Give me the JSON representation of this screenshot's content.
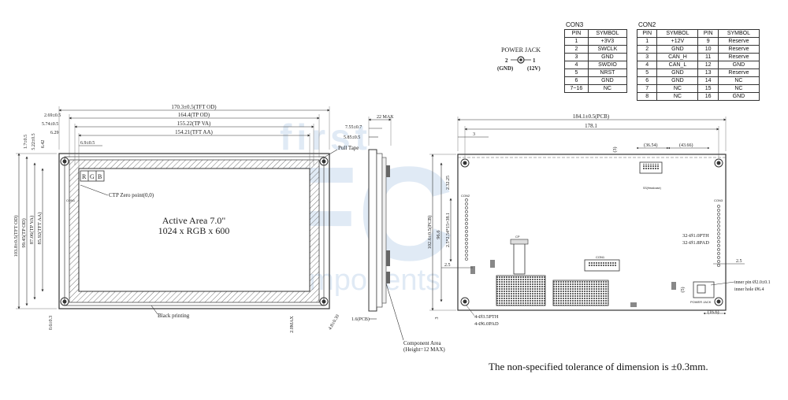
{
  "watermark": {
    "top": "first",
    "main": "FC",
    "bottom": "components",
    "color": "#5b8fc9"
  },
  "power_jack": {
    "title": "POWER JACK",
    "pin_left": "2",
    "pin_right": "1",
    "label_left": "(GND)",
    "label_right": "(12V)"
  },
  "con3": {
    "title": "CON3",
    "headers": [
      "PIN",
      "SYMBOL"
    ],
    "rows": [
      [
        "1",
        "+3V3"
      ],
      [
        "2",
        "SWCLK"
      ],
      [
        "3",
        "GND"
      ],
      [
        "4",
        "SWDIO"
      ],
      [
        "5",
        "NRST"
      ],
      [
        "6",
        "GND"
      ],
      [
        "7~16",
        "NC"
      ]
    ]
  },
  "con2": {
    "title": "CON2",
    "headers": [
      "PIN",
      "SYMBOL",
      "PIN",
      "SYMBOL"
    ],
    "rows": [
      [
        "1",
        "+12V",
        "9",
        "Reserve"
      ],
      [
        "2",
        "GND",
        "10",
        "Reserve"
      ],
      [
        "3",
        "CAN_H",
        "11",
        "Reserve"
      ],
      [
        "4",
        "CAN_L",
        "12",
        "GND"
      ],
      [
        "5",
        "GND",
        "13",
        "Reserve"
      ],
      [
        "6",
        "GND",
        "14",
        "NC"
      ],
      [
        "7",
        "NC",
        "15",
        "NC"
      ],
      [
        "8",
        "NC",
        "16",
        "GND"
      ]
    ]
  },
  "front": {
    "dims_top": [
      "170.3±0.5(TFT OD)",
      "164.4(TP OD)",
      "155.22(TP VA)",
      "154.21(TFT AA)"
    ],
    "dims_left_small": [
      "2.69±0.5",
      "5.74±0.5",
      "6.29",
      "6.9±0.5"
    ],
    "dims_vertical": [
      "1.7±0.5",
      "5.22±0.5",
      "6.42",
      "103.8±0.5(TFT OD)",
      "99.45(TP OD)",
      "87.06(TP VA)",
      "85.92(TFT AA)"
    ],
    "dims_bottom": [
      "0.6±0.3",
      "2.0MAX",
      "4.8±0.30"
    ],
    "rgb": [
      "R",
      "G",
      "B"
    ],
    "ctp_zero": "CTP Zero point(0,0)",
    "active_area_line1": "Active Area 7.0\"",
    "active_area_line2": "1024 x RGB x 600",
    "black_printing": "Black printing",
    "pull_tape": "Pull Tape",
    "con1_small": "CON1"
  },
  "side": {
    "dims": [
      "22 MAX",
      "7.55±0.7",
      "5.85±0.5",
      "1.6(PCB)"
    ],
    "component_area_line1": "Component Area",
    "component_area_line2": "(Height=12 MAX)"
  },
  "pcb": {
    "dims_top": [
      "184.1±0.5(PCB)",
      "178.1",
      "3",
      "(36.54)",
      "(43.66)",
      "(3)"
    ],
    "dims_left": [
      "2.32.25",
      "96.6",
      "102.6±0.5(PCB)",
      "2.5*2.54*15=38.1",
      "2.5",
      "3"
    ],
    "dims_right": [
      "2.5",
      "(5)",
      "(16.6)"
    ],
    "holes_tl": "32-Ø1.0PTH",
    "holes_pad": "32-Ø1.8PAD",
    "mount_pth": "4-Ø3.5PTH",
    "mount_pad": "4-Ø6.0PAD",
    "inner_pin": "inner pin Ø2.0±0.1",
    "inner_hole": "inner hole Ø6.4",
    "power_jack": "POWER JACK",
    "con2_small": "CON2",
    "con3_small": "CON3",
    "con1_small": "CON1",
    "cp": "CP",
    "ss": "SS(Headcase)"
  },
  "tolerance_note": "The non-specified tolerance of dimension is ±0.3mm."
}
